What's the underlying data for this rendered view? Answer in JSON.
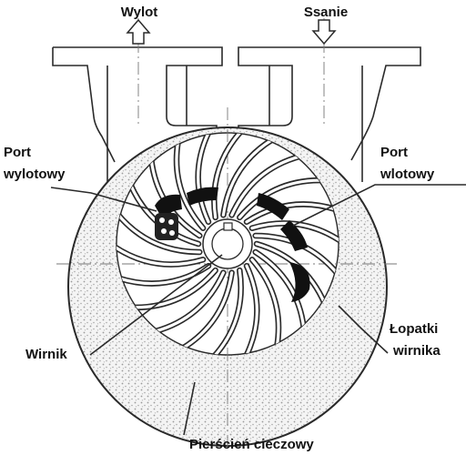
{
  "labels": {
    "outlet": "Wylot",
    "suction": "Ssanie",
    "outlet_port_line1": "Port",
    "outlet_port_line2": "wylotowy",
    "inlet_port_line1": "Port",
    "inlet_port_line2": "wlotowy",
    "impeller": "Wirnik",
    "impeller_blades_line1": "Łopatki",
    "impeller_blades_line2": "wirnika",
    "liquid_ring": "Pierścień cieczowy"
  },
  "colors": {
    "line": "#2a2a2a",
    "liquid_stipple": "#9a9a9a",
    "port_fill": "#111111"
  },
  "impeller_blade_count": 22
}
